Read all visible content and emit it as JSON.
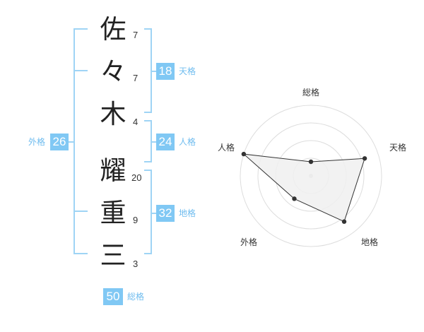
{
  "name_chars": [
    {
      "char": "佐",
      "strokes": "7"
    },
    {
      "char": "々",
      "strokes": "7"
    },
    {
      "char": "木",
      "strokes": "4"
    },
    {
      "char": "耀",
      "strokes": "20"
    },
    {
      "char": "重",
      "strokes": "9"
    },
    {
      "char": "三",
      "strokes": "3"
    }
  ],
  "fortunes": {
    "tenkaku": {
      "label": "天格",
      "value": "18"
    },
    "jinkaku": {
      "label": "人格",
      "value": "24"
    },
    "chikaku": {
      "label": "地格",
      "value": "32"
    },
    "gaikaku": {
      "label": "外格",
      "value": "26"
    },
    "soukaku": {
      "label": "総格",
      "value": "50"
    }
  },
  "chart_data": {
    "type": "radar",
    "axes": [
      "総格",
      "天格",
      "地格",
      "外格",
      "人格"
    ],
    "values": [
      1,
      4,
      4,
      2,
      5
    ],
    "rmax": 5,
    "rings": 4,
    "colors": {
      "fill": "#f0f0f0",
      "line": "#333333",
      "ring": "#dddddd",
      "point": "#333333",
      "center": "#cccccc"
    }
  }
}
